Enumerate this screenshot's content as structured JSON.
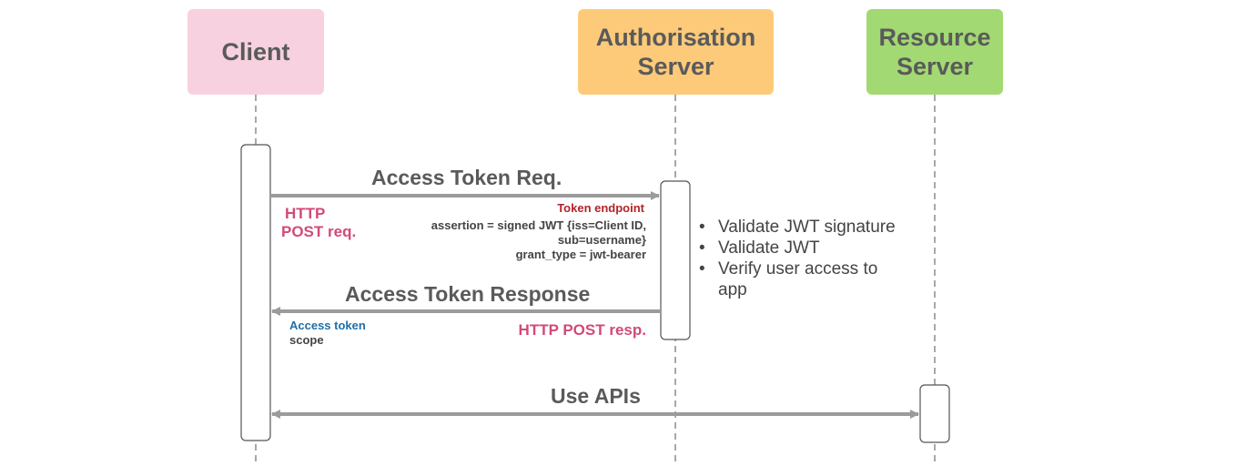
{
  "actors": {
    "client": {
      "label": "Client",
      "color": "#f7d1df"
    },
    "auth_server": {
      "label": "Authorisation Server",
      "color": "#fdca7a"
    },
    "resource_server": {
      "label": "Resource Server",
      "color": "#a2d972"
    }
  },
  "messages": {
    "access_token_req": {
      "title": "Access Token Req.",
      "method_line1": "HTTP",
      "method_line2": "POST req.",
      "endpoint": "Token endpoint",
      "params_line1": "assertion =  signed JWT {iss=Client ID,",
      "params_line2": "sub=username}",
      "params_line3": "grant_type = jwt-bearer"
    },
    "access_token_resp": {
      "title": "Access Token Response",
      "method": "HTTP POST resp.",
      "access_token": "Access token",
      "scope": "scope"
    },
    "use_apis": {
      "title": "Use APIs"
    }
  },
  "auth_server_notes": {
    "bullet_symbol": "•",
    "items": [
      "Validate JWT signature",
      "Validate JWT",
      "Verify user access to app"
    ]
  },
  "colors": {
    "arrow": "#9b9b9b",
    "lifeline": "#7a7a7a",
    "activation_border": "#555555"
  }
}
